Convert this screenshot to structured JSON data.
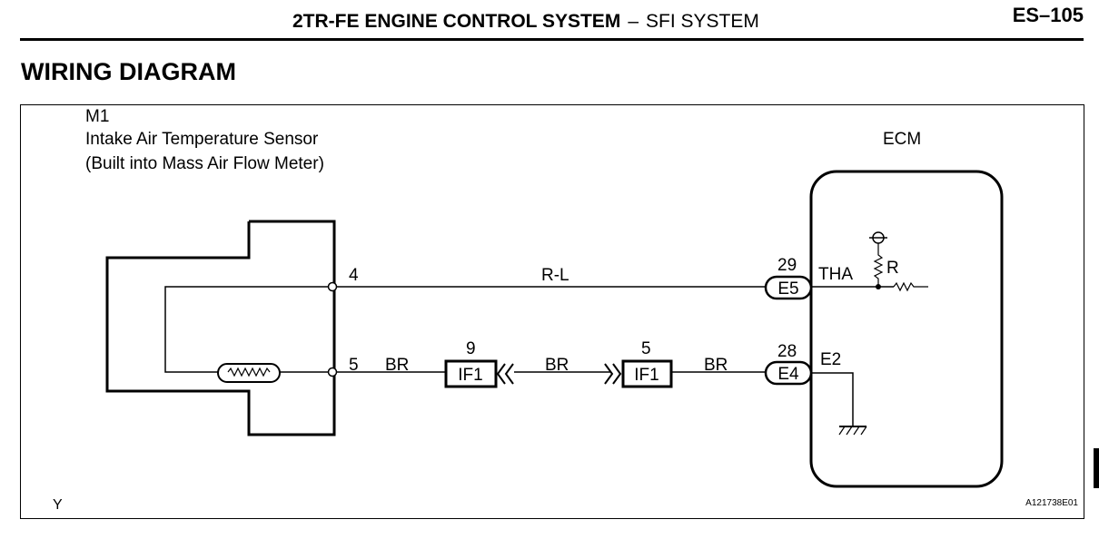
{
  "header": {
    "system_title": "2TR-FE ENGINE CONTROL SYSTEM",
    "separator": "–",
    "subsystem": "SFI SYSTEM",
    "page_number": "ES–105"
  },
  "section_title": "WIRING DIAGRAM",
  "diagram": {
    "sensor": {
      "code": "M1",
      "name": "Intake Air Temperature Sensor",
      "note": "(Built into Mass Air Flow Meter)"
    },
    "ecm": {
      "label": "ECM",
      "resistor_label": "R"
    },
    "wires": [
      {
        "sensor_pin": "4",
        "color": "R-L",
        "ecm_pin": "29",
        "ecm_connector": "E5",
        "ecm_terminal": "THA"
      },
      {
        "sensor_pin": "5",
        "color_1": "BR",
        "junction_left_pin": "9",
        "junction_left_connector": "IF1",
        "color_2": "BR",
        "junction_right_pin": "5",
        "junction_right_connector": "IF1",
        "color_3": "BR",
        "ecm_pin": "28",
        "ecm_connector": "E4",
        "ecm_terminal": "E2"
      }
    ],
    "corner_left": "Y",
    "figure_code": "A121738E01"
  }
}
